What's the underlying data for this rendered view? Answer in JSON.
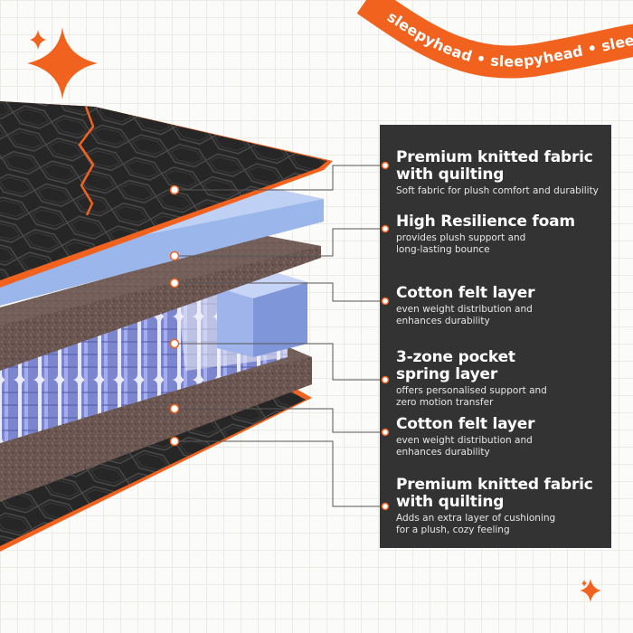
{
  "brand": {
    "name": "sleepyhead",
    "accent": "#f2621f",
    "panel_bg": "#333334"
  },
  "features": [
    {
      "title_line1": "Premium knitted fabric",
      "title_line2": "with quilting",
      "desc_line1": "Soft fabric for plush comfort and durability",
      "desc_line2": ""
    },
    {
      "title_line1": "High Resilience foam",
      "title_line2": "",
      "desc_line1": "provides plush support and",
      "desc_line2": "long-lasting bounce"
    },
    {
      "title_line1": "Cotton felt layer",
      "title_line2": "",
      "desc_line1": "even weight distribution and",
      "desc_line2": "enhances durability"
    },
    {
      "title_line1": "3-zone pocket",
      "title_line2": "spring layer",
      "desc_line1": "offers personalised support and",
      "desc_line2": "zero motion transfer"
    },
    {
      "title_line1": "Cotton felt layer",
      "title_line2": "",
      "desc_line1": "even weight distribution and",
      "desc_line2": "enhances durability"
    },
    {
      "title_line1": "Premium knitted fabric",
      "title_line2": "with quilting",
      "desc_line1": "Adds an extra layer of cushioning",
      "desc_line2": "for a plush, cozy feeling"
    }
  ]
}
